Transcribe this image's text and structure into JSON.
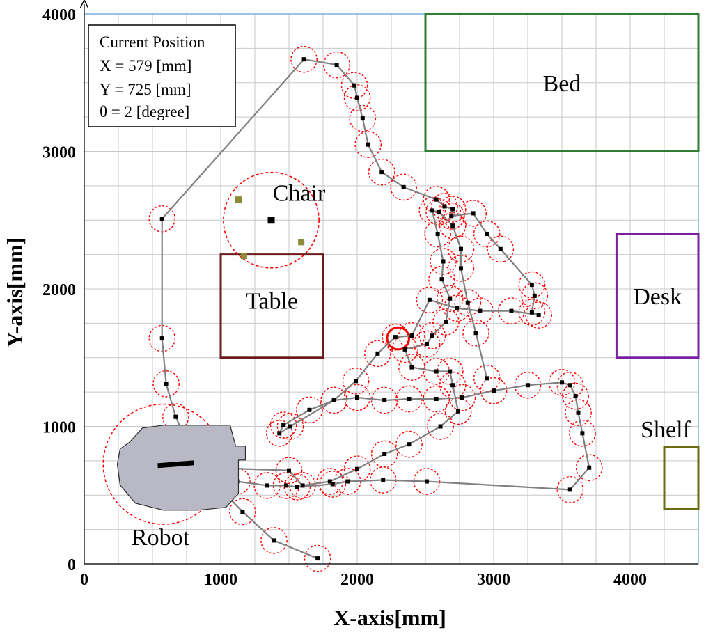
{
  "chart_data": {
    "type": "scatter",
    "xlabel": "X-axis[mm]",
    "ylabel": "Y-axis[mm]",
    "xlim": [
      0,
      4500
    ],
    "ylim": [
      0,
      4000
    ],
    "x_ticks": [
      0,
      1000,
      2000,
      3000,
      4000
    ],
    "y_ticks": [
      0,
      1000,
      2000,
      3000,
      4000
    ],
    "grid": true,
    "info_box": {
      "title": "Current Position",
      "lines": [
        "X = 579 [mm]",
        "Y = 725 [mm]",
        "θ = 2 [degree]"
      ]
    },
    "colors": {
      "path": "#808080",
      "waypoint": "#000000",
      "range_circle": "#ff0000",
      "grid": "#c8c8c8",
      "plot_border": "#5b9bd5",
      "bed": "#2e7d32",
      "desk": "#7b1fa2",
      "table": "#6d1a1a",
      "shelf": "#6b6b14",
      "robot_body": "#b8b9c4",
      "chair_legs": "#8b8b3a"
    },
    "obstacles": [
      {
        "label": "Bed",
        "x0": 2500,
        "x1": 4500,
        "y0": 3000,
        "y1": 4000
      },
      {
        "label": "Desk",
        "x0": 3900,
        "x1": 4500,
        "y0": 1500,
        "y1": 2400
      },
      {
        "label": "Table",
        "x0": 1000,
        "x1": 1750,
        "y0": 1500,
        "y1": 2250
      },
      {
        "label": "Shelf",
        "x0": 4250,
        "x1": 4500,
        "y0": 400,
        "y1": 850
      }
    ],
    "chair": {
      "label": "Chair",
      "center": [
        1370,
        2500
      ],
      "radius": 350,
      "legs": [
        [
          1130,
          2650
        ],
        [
          1170,
          2240
        ],
        [
          1590,
          2340
        ]
      ]
    },
    "robot": {
      "label": "Robot",
      "position": [
        579,
        725
      ],
      "theta_deg": 2,
      "radius": 440
    },
    "trajectory": {
      "circle_radius": 95,
      "points": [
        [
          1710,
          40
        ],
        [
          1390,
          170
        ],
        [
          1160,
          380
        ],
        [
          950,
          590
        ],
        [
          780,
          820
        ],
        [
          670,
          1070
        ],
        [
          600,
          1310
        ],
        [
          570,
          1640
        ],
        [
          570,
          2510
        ],
        [
          1610,
          3670
        ],
        [
          1850,
          3630
        ],
        [
          1980,
          3480
        ],
        [
          2000,
          3390
        ],
        [
          2040,
          3240
        ],
        [
          2080,
          3050
        ],
        [
          2180,
          2850
        ],
        [
          2340,
          2740
        ],
        [
          2580,
          2650
        ],
        [
          2640,
          2600
        ],
        [
          2700,
          2580
        ],
        [
          2690,
          2530
        ],
        [
          2850,
          2550
        ],
        [
          2950,
          2400
        ],
        [
          3050,
          2290
        ],
        [
          3280,
          2030
        ],
        [
          3300,
          1950
        ],
        [
          3280,
          1830
        ],
        [
          3330,
          1810
        ],
        [
          3130,
          1840
        ],
        [
          2900,
          1840
        ],
        [
          2730,
          1860
        ],
        [
          2530,
          1920
        ],
        [
          2400,
          1660
        ],
        [
          2280,
          1650
        ],
        [
          2150,
          1530
        ],
        [
          1990,
          1330
        ],
        [
          1830,
          1190
        ],
        [
          1510,
          1000
        ],
        [
          1430,
          950
        ],
        [
          1460,
          1010
        ],
        [
          1650,
          1120
        ],
        [
          1830,
          1190
        ],
        [
          2000,
          1210
        ],
        [
          2200,
          1190
        ],
        [
          2380,
          1200
        ],
        [
          2580,
          1200
        ],
        [
          2770,
          1210
        ],
        [
          3000,
          1260
        ],
        [
          3250,
          1300
        ],
        [
          3500,
          1320
        ],
        [
          3560,
          1300
        ],
        [
          3600,
          1220
        ],
        [
          3620,
          1100
        ],
        [
          3650,
          950
        ],
        [
          3700,
          700
        ],
        [
          3560,
          540
        ],
        [
          2510,
          600
        ],
        [
          2190,
          610
        ],
        [
          1930,
          600
        ],
        [
          1820,
          580
        ],
        [
          1560,
          560
        ],
        [
          1480,
          570
        ],
        [
          1340,
          570
        ],
        [
          1120,
          600
        ],
        [
          900,
          700
        ],
        [
          1500,
          680
        ],
        [
          1600,
          570
        ],
        [
          1800,
          600
        ],
        [
          2000,
          690
        ],
        [
          2200,
          800
        ],
        [
          2380,
          870
        ],
        [
          2610,
          1000
        ],
        [
          2740,
          1110
        ],
        [
          2700,
          1300
        ],
        [
          2680,
          1400
        ],
        [
          2580,
          1400
        ],
        [
          2400,
          1430
        ],
        [
          2350,
          1560
        ],
        [
          2510,
          1600
        ],
        [
          2550,
          1660
        ],
        [
          2650,
          1760
        ],
        [
          2680,
          1930
        ],
        [
          2620,
          2070
        ],
        [
          2630,
          2200
        ],
        [
          2590,
          2400
        ],
        [
          2550,
          2570
        ],
        [
          2600,
          2560
        ],
        [
          2700,
          2460
        ],
        [
          2760,
          2290
        ],
        [
          2760,
          2150
        ],
        [
          2810,
          1900
        ],
        [
          2870,
          1680
        ],
        [
          2950,
          1350
        ]
      ]
    }
  }
}
